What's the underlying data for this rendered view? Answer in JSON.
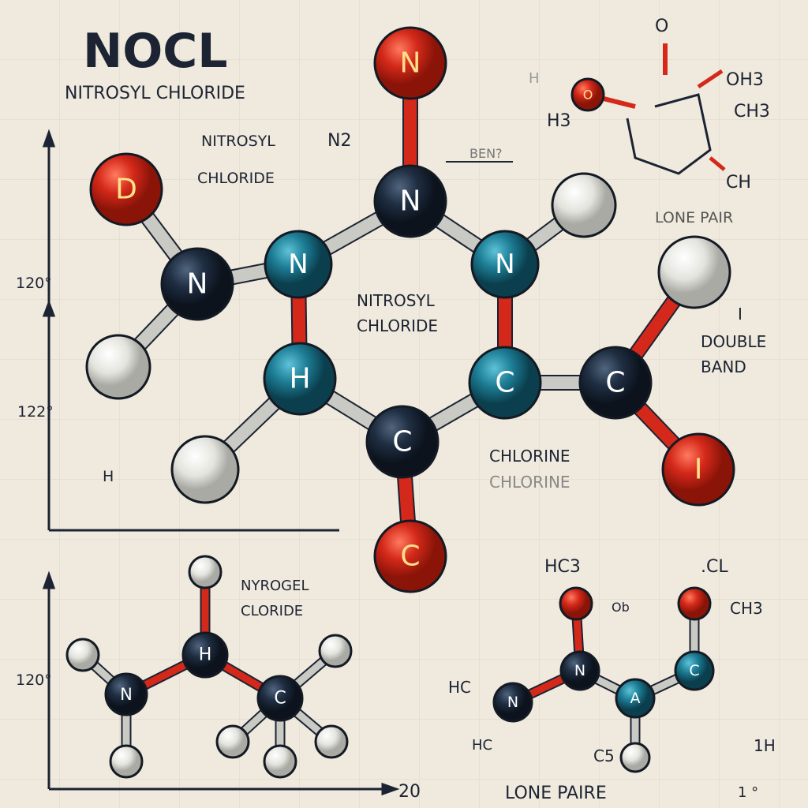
{
  "title": "NOCL",
  "subtitle": "NITROSYL CHLORIDE",
  "labels": {
    "nitrosyl": "NITROSYL",
    "chloride": "CHLORIDE",
    "n2": "N2",
    "bend": "BEN?",
    "h_faint": "H",
    "oh3": "OH3",
    "h3": "H3",
    "ch3": "CH3",
    "ch": "CH",
    "o_top": "O",
    "lone_pair": "LONE PAIR",
    "angle_a": "120°",
    "angle_b": "122°",
    "h_left": "H",
    "center_1": "NITROSYL",
    "center_2": "CHLORIDE",
    "double_1": "I",
    "double_2": "DOUBLE",
    "double_3": "BAND",
    "chlorine_1": "CHLORINE",
    "chlorine_2": "CHLORINE",
    "nyrogel": "NYROGEL",
    "cloride": "CLORIDE",
    "angle_c": "120°",
    "hc3": "HC3",
    "cl": ".CL",
    "ob": "Ob",
    "ch3_b": "CH3",
    "hc_mid": "HC",
    "hc_low": "HC",
    "c5": "C5",
    "one_h": "1H",
    "axis_20": "20",
    "lone_paire": "LONE PAIRE",
    "one_deg": "1 °"
  },
  "atoms": [
    "N",
    "N",
    "N",
    "N",
    "N",
    "D",
    "",
    "",
    "H",
    "C",
    "C",
    "C",
    "",
    "I",
    "",
    "C",
    "",
    "H",
    "N",
    "C",
    "",
    "",
    "",
    "",
    "",
    "",
    "N",
    "A",
    "C",
    "",
    "",
    "N",
    "O",
    ""
  ],
  "colors": {
    "red": "#d4291a",
    "dark": "#1f2e42",
    "teal": "#1d7e96",
    "white": "#e9e9e4",
    "bg": "#efeadd"
  }
}
